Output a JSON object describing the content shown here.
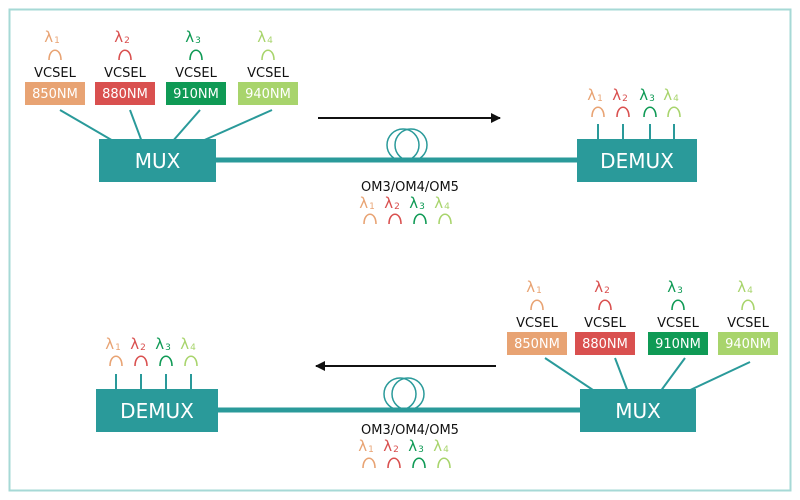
{
  "colors": {
    "frame": "#a6d9d6",
    "box": "#2a9a9a",
    "box_text": "#ffffff",
    "fiber": "#2a9a9a",
    "arrow": "#111111",
    "text": "#111111",
    "c850": "#e8a373",
    "c880": "#d9504f",
    "c910": "#0f9a55",
    "c940": "#a8d46c"
  },
  "lambdas": [
    {
      "base": "λ",
      "sub": "1",
      "color_key": "c850"
    },
    {
      "base": "λ",
      "sub": "2",
      "color_key": "c880"
    },
    {
      "base": "λ",
      "sub": "3",
      "color_key": "c910"
    },
    {
      "base": "λ",
      "sub": "4",
      "color_key": "c940"
    }
  ],
  "lasers": [
    {
      "type": "VCSEL",
      "wavelength": "850NM",
      "color_key": "c850"
    },
    {
      "type": "VCSEL",
      "wavelength": "880NM",
      "color_key": "c880"
    },
    {
      "type": "VCSEL",
      "wavelength": "910NM",
      "color_key": "c910"
    },
    {
      "type": "VCSEL",
      "wavelength": "940NM",
      "color_key": "c940"
    }
  ],
  "top": {
    "mux_label": "MUX",
    "demux_label": "DEMUX",
    "fiber_label": "OM3/OM4/OM5"
  },
  "bottom": {
    "mux_label": "MUX",
    "demux_label": "DEMUX",
    "fiber_label": "OM3/OM4/OM5"
  }
}
